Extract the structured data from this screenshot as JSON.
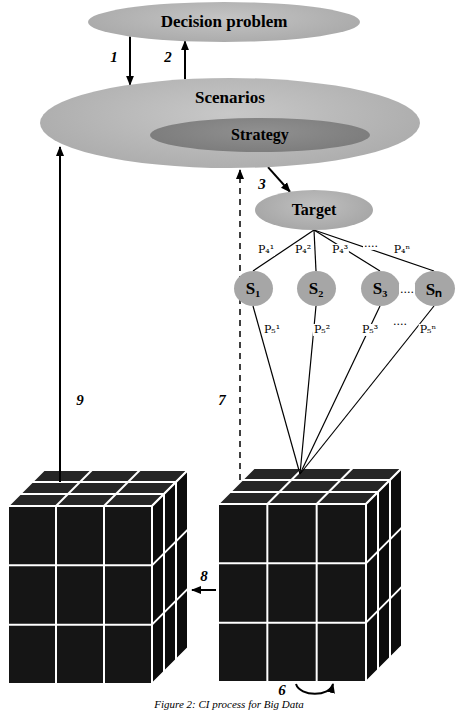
{
  "diagram": {
    "caption": "Figure 2: CI process for Big Data",
    "nodes": [
      {
        "text": [
          "Decision problem"
        ]
      },
      {
        "text": [
          "Scenarios"
        ]
      },
      {
        "text": [
          "Strategy"
        ],
        "in": 1
      },
      {
        "text": [
          "Target"
        ]
      },
      {
        "text": [
          "S₁"
        ]
      },
      {
        "text": [
          "S₂"
        ]
      },
      {
        "text": [
          "S₃"
        ]
      },
      {
        "text": [
          "Sₙ"
        ]
      }
    ],
    "edges": [
      {
        "from": 0,
        "to": 1,
        "arrow": "to",
        "label": "1"
      },
      {
        "from": 1,
        "to": 0,
        "arrow": "to",
        "label": "2"
      },
      {
        "from": 1,
        "to": 3,
        "arrow": "to",
        "label": "3"
      },
      {
        "from": 3,
        "to": 4,
        "arrow": "none",
        "label": "P₄¹"
      },
      {
        "from": 3,
        "to": 5,
        "arrow": "none",
        "label": "P₄²"
      },
      {
        "from": 3,
        "to": 6,
        "arrow": "none",
        "label": "P₄³"
      },
      {
        "from": 3,
        "to": 7,
        "arrow": "none",
        "label": "P₄ⁿ"
      }
    ],
    "labels": [
      "P₅¹",
      "P₅²",
      "P₅³",
      "P₅ⁿ",
      "....",
      "....",
      "....",
      "9",
      "7",
      "8",
      "6"
    ]
  }
}
